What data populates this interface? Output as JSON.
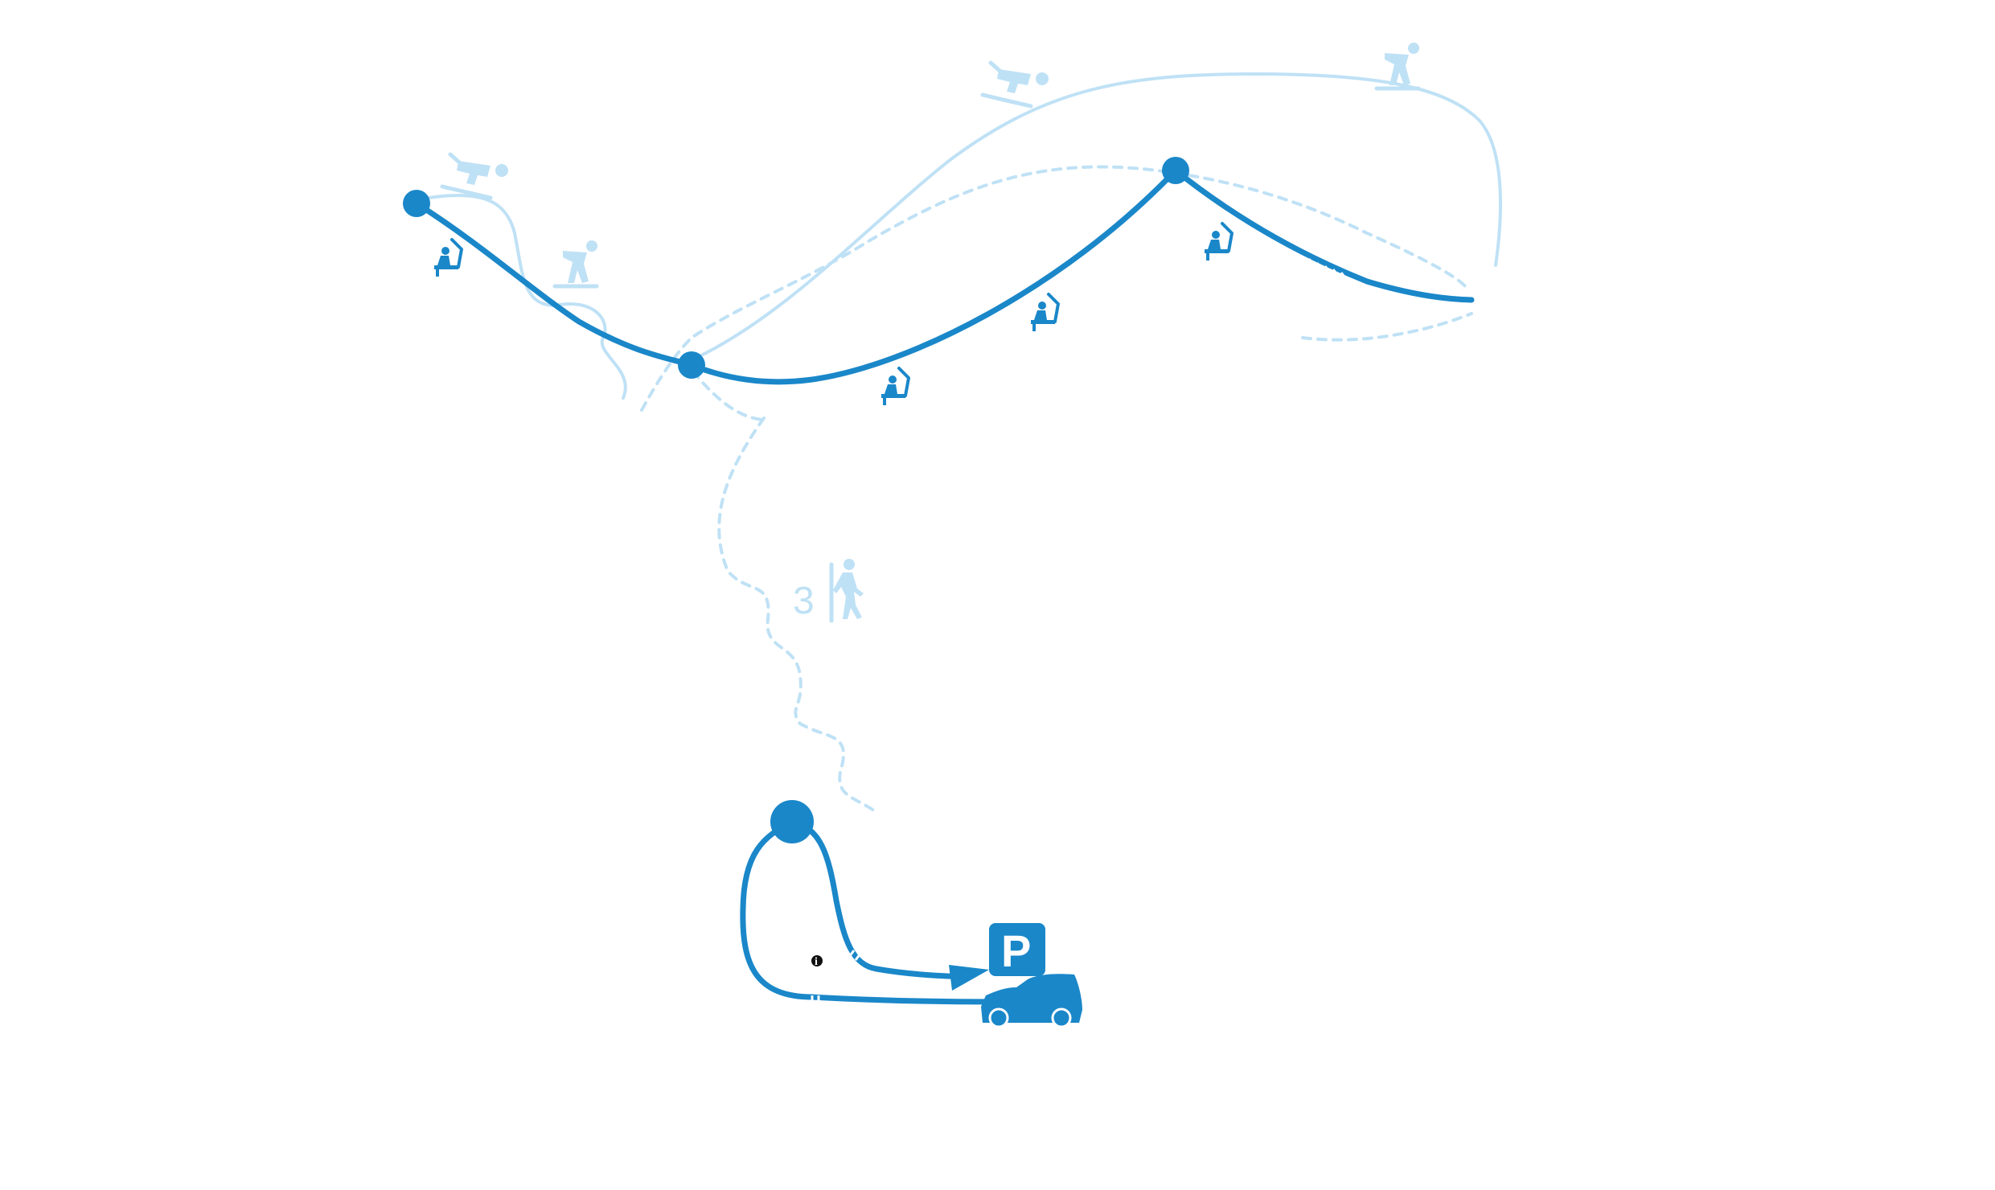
{
  "map": {
    "walk_label": "3",
    "parking_label": "P",
    "info_label": "i",
    "colors": {
      "lift": "#1a87c9",
      "piste": "#bfe1f5",
      "background": "#ffffff"
    },
    "icons": [
      "lift-station-icon",
      "chairlift-icon",
      "skier-icon",
      "snowboarder-icon",
      "hiker-icon",
      "parking-icon",
      "car-icon",
      "info-icon",
      "arrow-icon"
    ]
  }
}
